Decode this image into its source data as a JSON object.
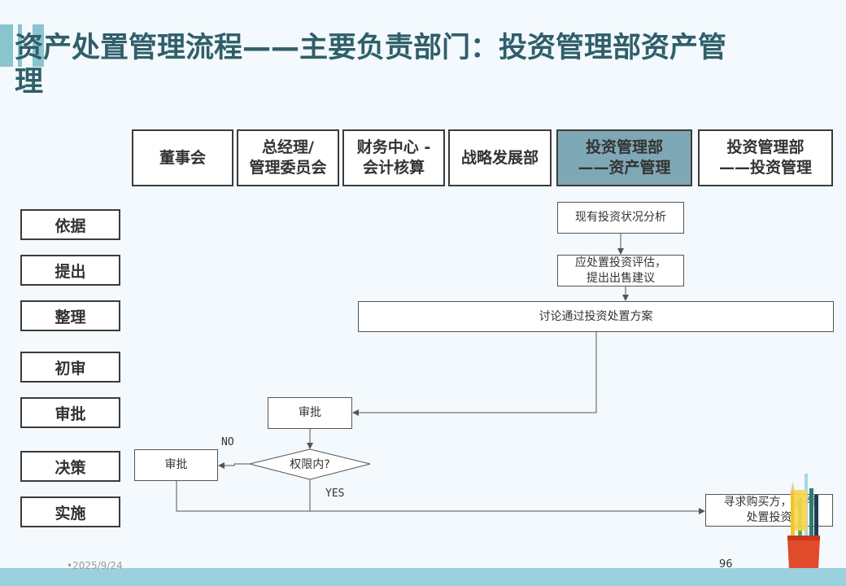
{
  "title": "资产处置管理流程——主要负责部门：投资管理部资产管理",
  "departments": [
    {
      "label": "董事会"
    },
    {
      "label": "总经理/\n管理委员会"
    },
    {
      "label": "财务中心 -\n会计核算"
    },
    {
      "label": "战略发展部"
    },
    {
      "label": "投资管理部\n——资产管理",
      "active": true
    },
    {
      "label": "投资管理部\n——投资管理"
    }
  ],
  "stages": [
    "依据",
    "提出",
    "整理",
    "初审",
    "审批",
    "决策",
    "实施"
  ],
  "nodes": {
    "analysis": "现有投资状况分析",
    "evaluate": "应处置投资评估，\n提出出售建议",
    "discuss": "讨论通过投资处置方案",
    "approve1": "审批",
    "authority": "权限内?",
    "approve2": "审批",
    "execute": "寻求购买方，谈判\n处置投资"
  },
  "labels": {
    "no": "NO",
    "yes": "YES"
  },
  "footer": {
    "date": "•2025/9/24",
    "page": "96"
  },
  "colors": {
    "title": "#2f5f6a",
    "accent": "#8ac4cf",
    "active_dept": "#7fa8b6",
    "footer": "#9bd0de"
  }
}
